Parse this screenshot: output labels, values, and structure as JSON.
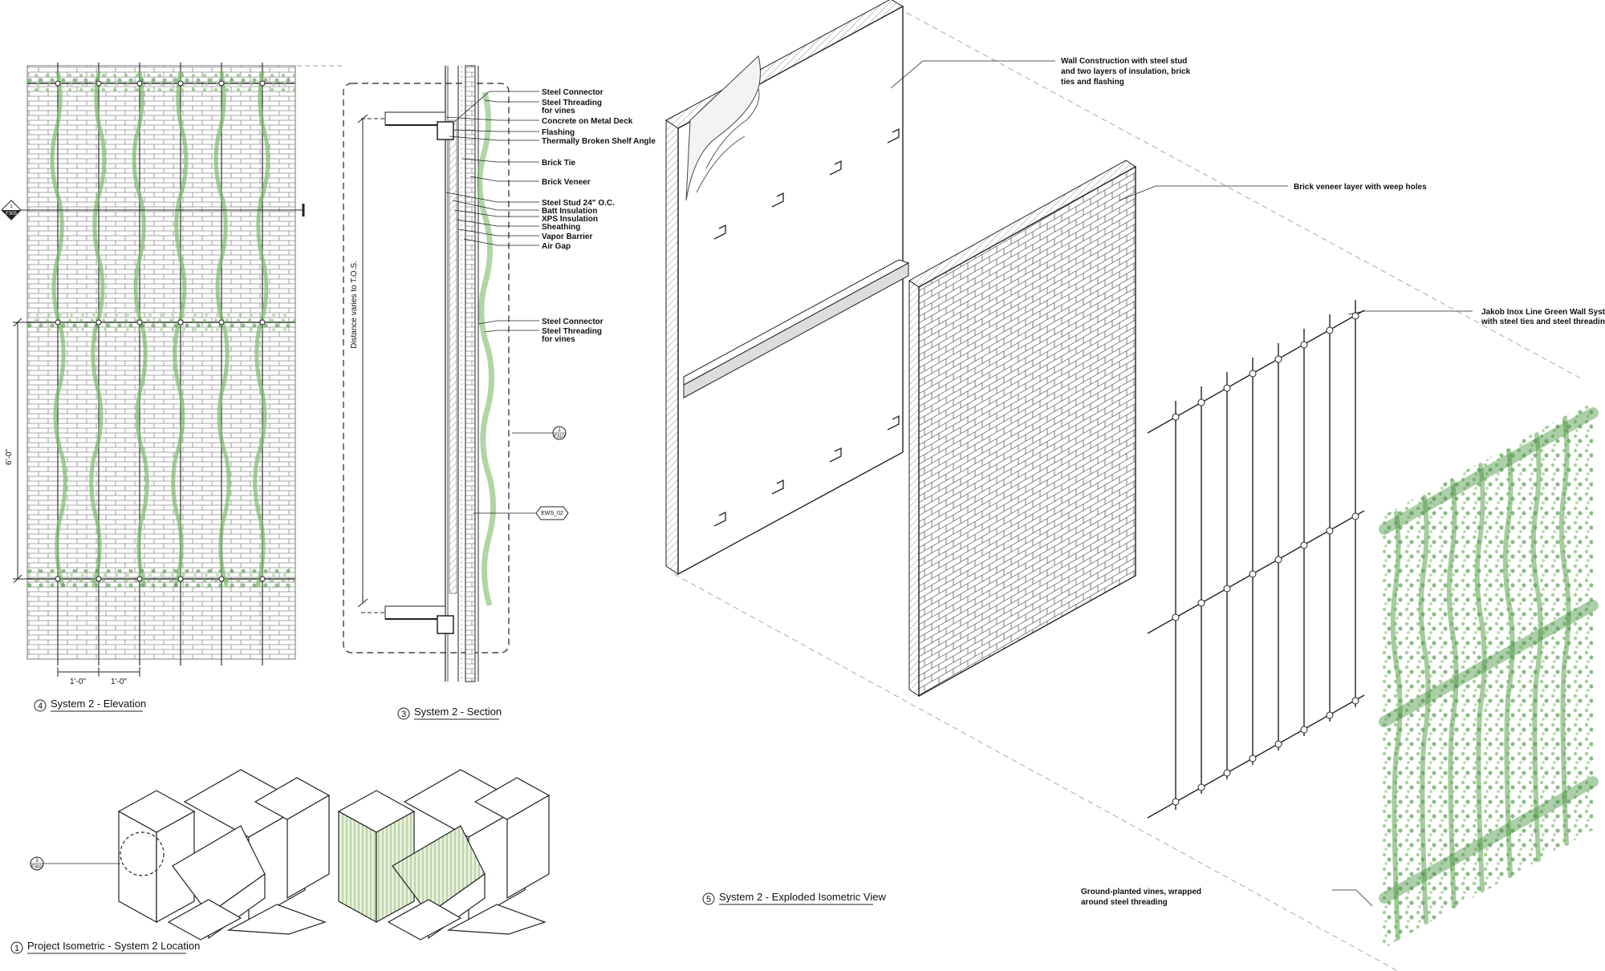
{
  "colors": {
    "line": "#222222",
    "brick": "#7a7a7a",
    "vine": "#6fae5f",
    "vine_dark": "#3f8a3c",
    "hidden": "#9a9a9a"
  },
  "elevation": {
    "title": "System 2 - Elevation",
    "number": "4",
    "dims": {
      "height": "6'-0\"",
      "spacing_a": "1'-0\"",
      "spacing_b": "1'-0\""
    },
    "tag": {
      "top": "1",
      "bottom": "F305"
    }
  },
  "section": {
    "title": "System 2 - Section",
    "number": "3",
    "distance_label": "Distance varies to T.O.S.",
    "labels": [
      "Steel Connector",
      "Steel Threading",
      "for vines",
      "Concrete on Metal Deck",
      "Flashing",
      "Thermally Broken Shelf Angle",
      "Brick Tie",
      "Brick Veneer",
      "Steel Stud 24\" O.C.",
      "Batt Insulation",
      "XPS Insulation",
      "Sheathing",
      "Vapor Barrier",
      "Air Gap",
      "Steel Connector",
      "Steel Threading",
      "for vines"
    ],
    "tag": {
      "top": "1",
      "bottom": "F310"
    },
    "ews_tag": "EWS_02"
  },
  "exploded": {
    "title": "System 2 - Exploded Isometric View",
    "number": "5",
    "callouts": [
      "Wall Construction with steel stud",
      "and two layers of insulation, brick",
      "ties and flashing",
      "Brick veneer layer with weep holes",
      "Jakob Inox Line Green Wall System",
      "with steel ties and steel threading",
      "Ground-planted vines, wrapped",
      "around steel threading"
    ]
  },
  "isometric": {
    "title": "Project Isometric - System 2 Location",
    "number": "1",
    "tag": {
      "top": "3",
      "bottom": "F300"
    }
  }
}
